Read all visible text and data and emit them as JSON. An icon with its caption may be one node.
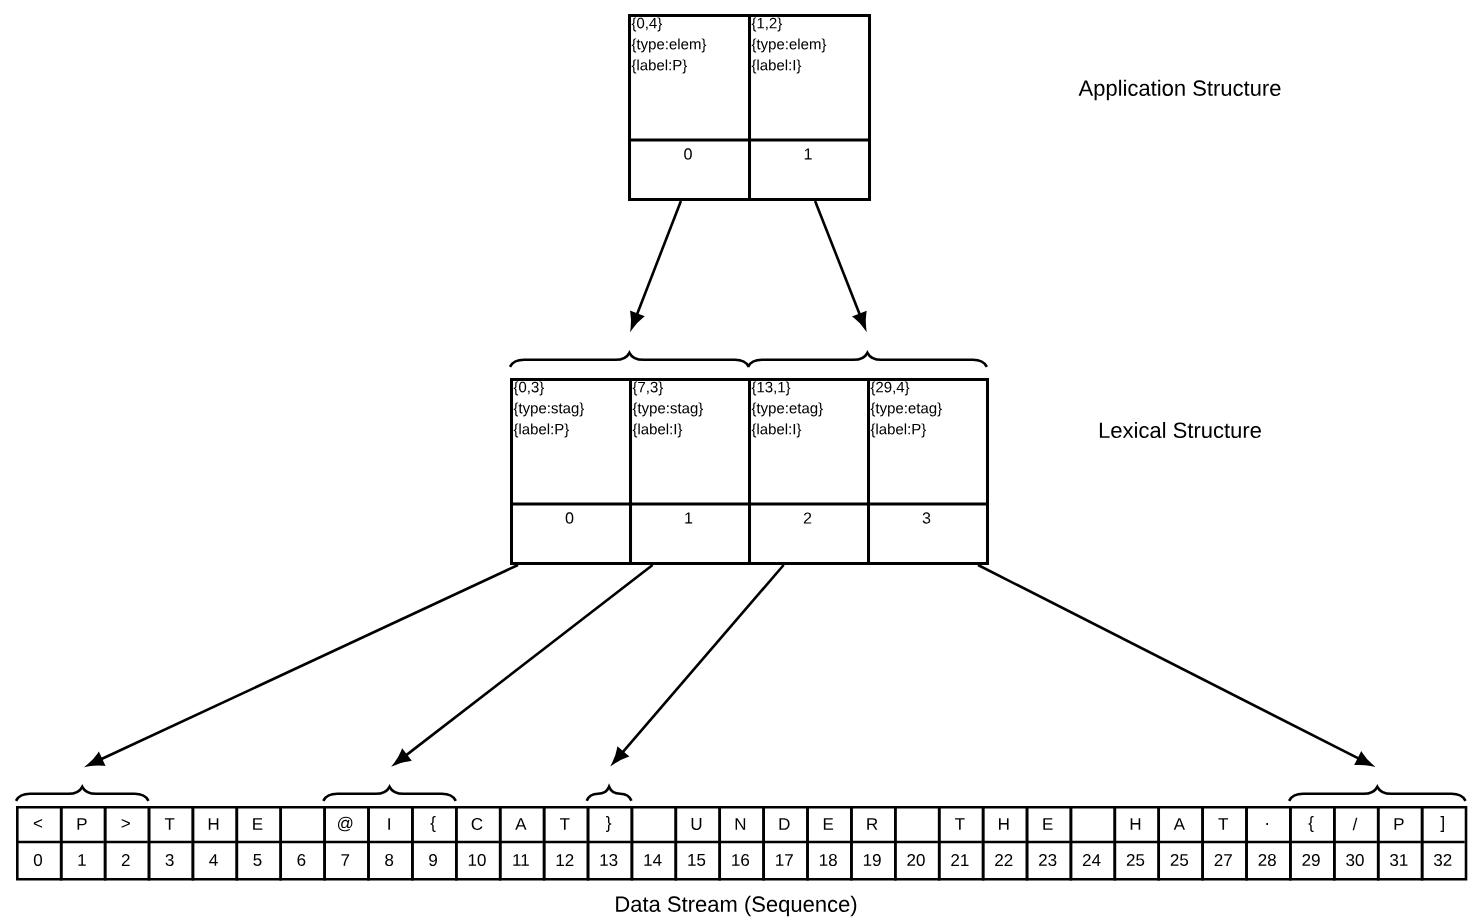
{
  "diagram": {
    "nodes": [
      {
        "text": [
          "{0,4}",
          "{type:elem}",
          "{label:P}",
          "0"
        ]
      },
      {
        "text": [
          "{1,2}",
          "{type:elem}",
          "{label:I}",
          "1"
        ]
      },
      {
        "text": [],
        "shape": "brace"
      },
      {
        "text": [],
        "shape": "brace"
      },
      {
        "text": [
          "{0,3}",
          "{type:stag}",
          "{label:P}",
          "0"
        ]
      },
      {
        "text": [
          "{7,3}",
          "{type:stag}",
          "{label:I}",
          "1"
        ]
      },
      {
        "text": [
          "{13,1}",
          "{type:etag}",
          "{label:I}",
          "2"
        ]
      },
      {
        "text": [
          "{29,4}",
          "{type:etag}",
          "{label:P}",
          "3"
        ]
      },
      {
        "text": [],
        "shape": "brace"
      },
      {
        "text": [],
        "shape": "brace"
      },
      {
        "text": [],
        "shape": "brace"
      },
      {
        "text": [],
        "shape": "brace"
      },
      {
        "text": [
          "<",
          "0"
        ]
      },
      {
        "text": [
          "P",
          "1"
        ]
      },
      {
        "text": [
          ">",
          "2"
        ]
      },
      {
        "text": [
          "T",
          "3"
        ]
      },
      {
        "text": [
          "H",
          "4"
        ]
      },
      {
        "text": [
          "E",
          "5"
        ]
      },
      {
        "text": [
          "6"
        ]
      },
      {
        "text": [
          "@",
          "7"
        ]
      },
      {
        "text": [
          "I",
          "8"
        ]
      },
      {
        "text": [
          "{",
          "9"
        ]
      },
      {
        "text": [
          "C",
          "10"
        ]
      },
      {
        "text": [
          "A",
          "11"
        ]
      },
      {
        "text": [
          "T",
          "12"
        ]
      },
      {
        "text": [
          "}",
          "13"
        ]
      },
      {
        "text": [
          "14"
        ]
      },
      {
        "text": [
          "U",
          "15"
        ]
      },
      {
        "text": [
          "N",
          "16"
        ]
      },
      {
        "text": [
          "D",
          "17"
        ]
      },
      {
        "text": [
          "E",
          "18"
        ]
      },
      {
        "text": [
          "R",
          "19"
        ]
      },
      {
        "text": [
          "20"
        ]
      },
      {
        "text": [
          "T",
          "21"
        ]
      },
      {
        "text": [
          "H",
          "22"
        ]
      },
      {
        "text": [
          "E",
          "23"
        ]
      },
      {
        "text": [
          "24"
        ]
      },
      {
        "text": [
          "H",
          "25"
        ]
      },
      {
        "text": [
          "A",
          "25"
        ]
      },
      {
        "text": [
          "T",
          "27"
        ]
      },
      {
        "text": [
          ".",
          "28"
        ]
      },
      {
        "text": [
          "{",
          "29"
        ]
      },
      {
        "text": [
          "/",
          "30"
        ]
      },
      {
        "text": [
          "P",
          "31"
        ]
      },
      {
        "text": [
          "]",
          "32"
        ]
      }
    ],
    "edges": [
      {
        "from": 0,
        "to": 2,
        "arrow": "to"
      },
      {
        "from": 1,
        "to": 3,
        "arrow": "to"
      },
      {
        "from": 4,
        "to": 8,
        "arrow": "to"
      },
      {
        "from": 5,
        "to": 9,
        "arrow": "to"
      },
      {
        "from": 6,
        "to": 10,
        "arrow": "to"
      },
      {
        "from": 7,
        "to": 11,
        "arrow": "to"
      }
    ],
    "labels": [
      "Application Structure",
      "Lexical Structure",
      "Data Stream (Sequence)"
    ]
  }
}
